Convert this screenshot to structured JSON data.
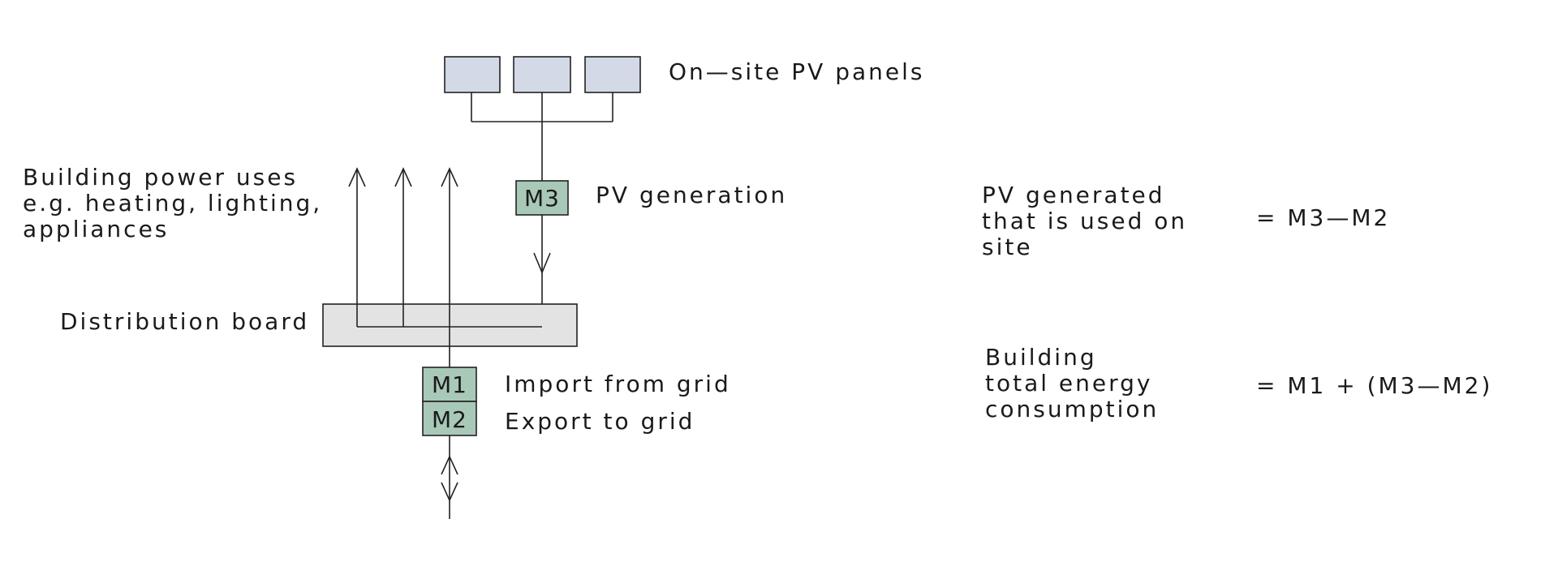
{
  "labels": {
    "pv_panels": "On—site  PV  panels",
    "pv_generation": "PV  generation",
    "uses_line1": "Building  power  uses",
    "uses_line2": "e.g.  heating,  lighting,",
    "uses_line3": "appliances",
    "distribution_board": "Distribution  board",
    "import": "Import  from  grid",
    "export": "Export  to  grid"
  },
  "meters": {
    "m1": "M1",
    "m2": "M2",
    "m3": "M3"
  },
  "formulas": {
    "pv_used_line1": "PV  generated",
    "pv_used_line2": "that  is  used  on",
    "pv_used_line3": "site",
    "pv_used_expr": "=  M3—M2",
    "total_line1": "Building",
    "total_line2": "total  energy",
    "total_line3": "consumption",
    "total_expr": "=  M1  +  (M3—M2)"
  },
  "colors": {
    "panel_fill": "#d3d9e6",
    "meter_fill": "#a9c9b8",
    "board_fill": "#e3e3e3",
    "line": "#222222"
  }
}
